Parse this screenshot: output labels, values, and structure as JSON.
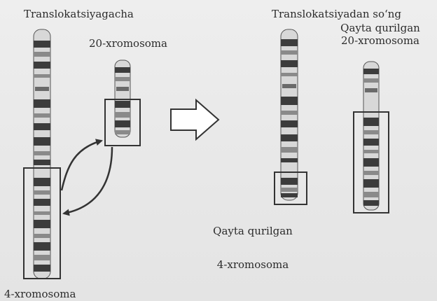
{
  "labels": {
    "before_title": "Translokatsiyagacha",
    "chr20": "20-xromosoma",
    "chr4": "4-xromosoma",
    "after_title": "Translokatsiyadan so‘ng",
    "rebuilt20_line1": "Qayta qurilgan",
    "rebuilt20_line2": "20-xromosoma",
    "rebuilt4_line1": "Qayta qurilgan",
    "rebuilt4_line2": "4-xromosoma"
  },
  "colors": {
    "ink": "#2b2b2b",
    "band_dark": "#3c3c3c",
    "band_mid": "#8a8a8a",
    "band_light": "#d6d6d6"
  }
}
